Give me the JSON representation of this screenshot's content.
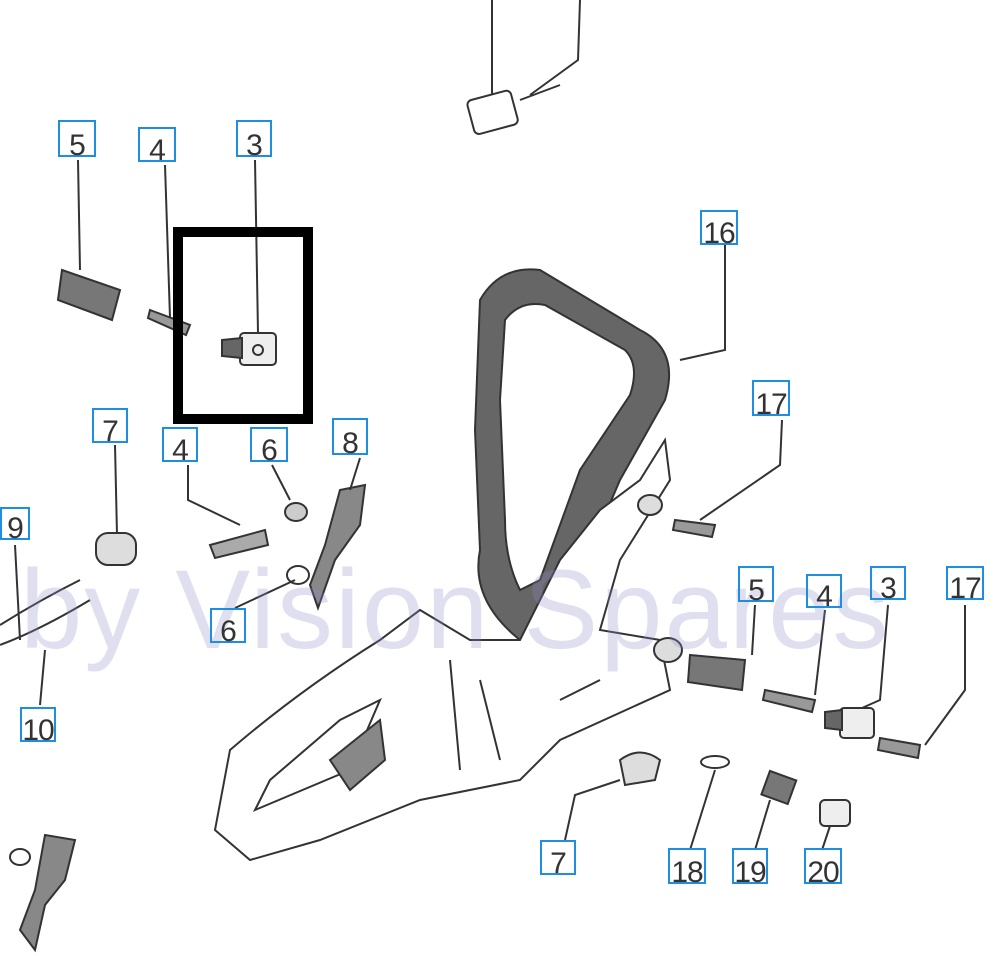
{
  "diagram": {
    "watermark": "by Vision Spares",
    "labels": [
      "5",
      "4",
      "3",
      "16",
      "17",
      "7",
      "4",
      "6",
      "8",
      "9",
      "6",
      "10",
      "5",
      "4",
      "3",
      "17",
      "7",
      "18",
      "19",
      "20"
    ],
    "label_color": "#1e8fe0",
    "highlight_part": "3",
    "highlight_color": "#000000"
  }
}
